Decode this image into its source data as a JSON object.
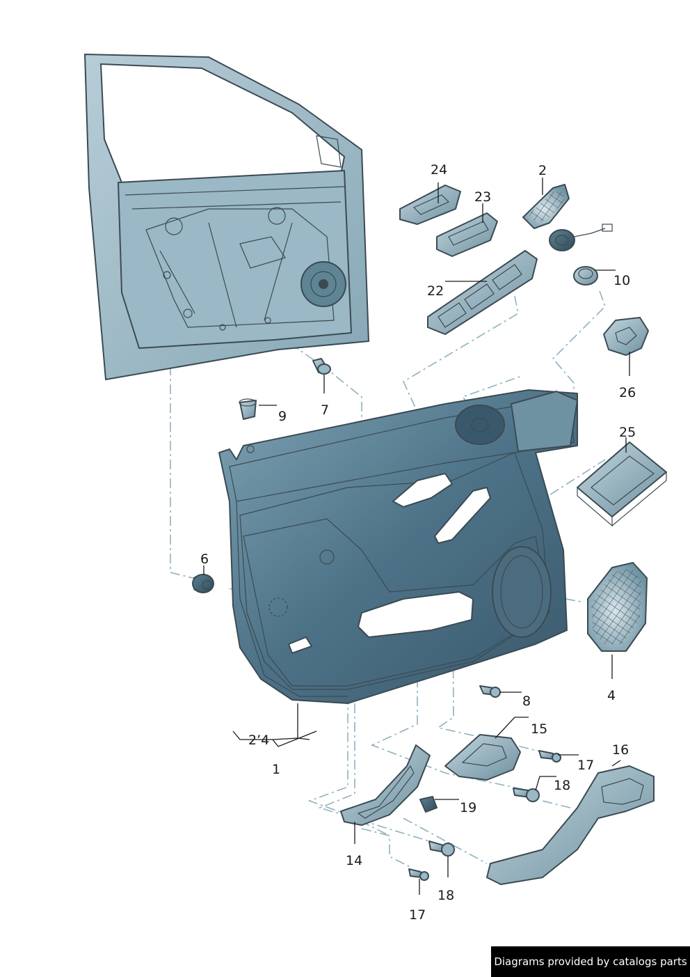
{
  "callouts": {
    "c1": "1",
    "c2": "2",
    "c4": "4",
    "c6": "6",
    "c7": "7",
    "c8": "8",
    "c9": "9",
    "c10": "10",
    "c14": "14",
    "c15": "15",
    "c16": "16",
    "c17a": "17",
    "c17b": "17",
    "c18a": "18",
    "c18b": "18",
    "c19": "19",
    "c22": "22",
    "c23": "23",
    "c24": "24",
    "c25": "25",
    "c26": "26",
    "c_sub": "2’4"
  },
  "watermark": "Diagrams provided by catalogs parts",
  "colors": {
    "panel_dark": "#3d5c6e",
    "panel_mid": "#5e8396",
    "panel_light": "#a9c3cf",
    "outline": "#3b4a52",
    "dash": "#8fb1bd"
  }
}
